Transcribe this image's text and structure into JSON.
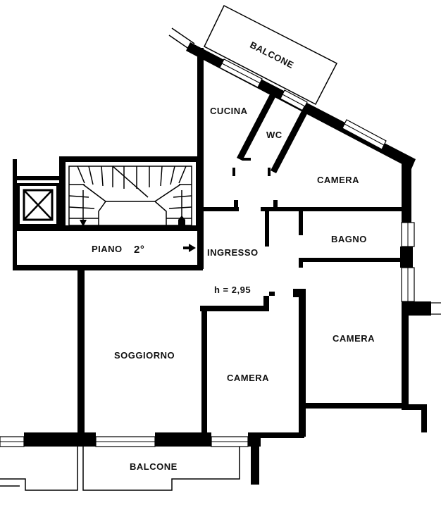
{
  "plan": {
    "labels": {
      "balcone_top": "BALCONE",
      "cucina": "CUCINA",
      "wc": "WC",
      "camera_ne": "CAMERA",
      "bagno": "BAGNO",
      "piano": "PIANO",
      "piano_num": "2°",
      "ingresso": "INGRESSO",
      "height": "h = 2,95",
      "camera_e": "CAMERA",
      "soggiorno": "SOGGIORNO",
      "camera_center": "CAMERA",
      "balcone_bottom": "BALCONE"
    },
    "colors": {
      "wall": "#000000",
      "background": "#ffffff"
    }
  }
}
